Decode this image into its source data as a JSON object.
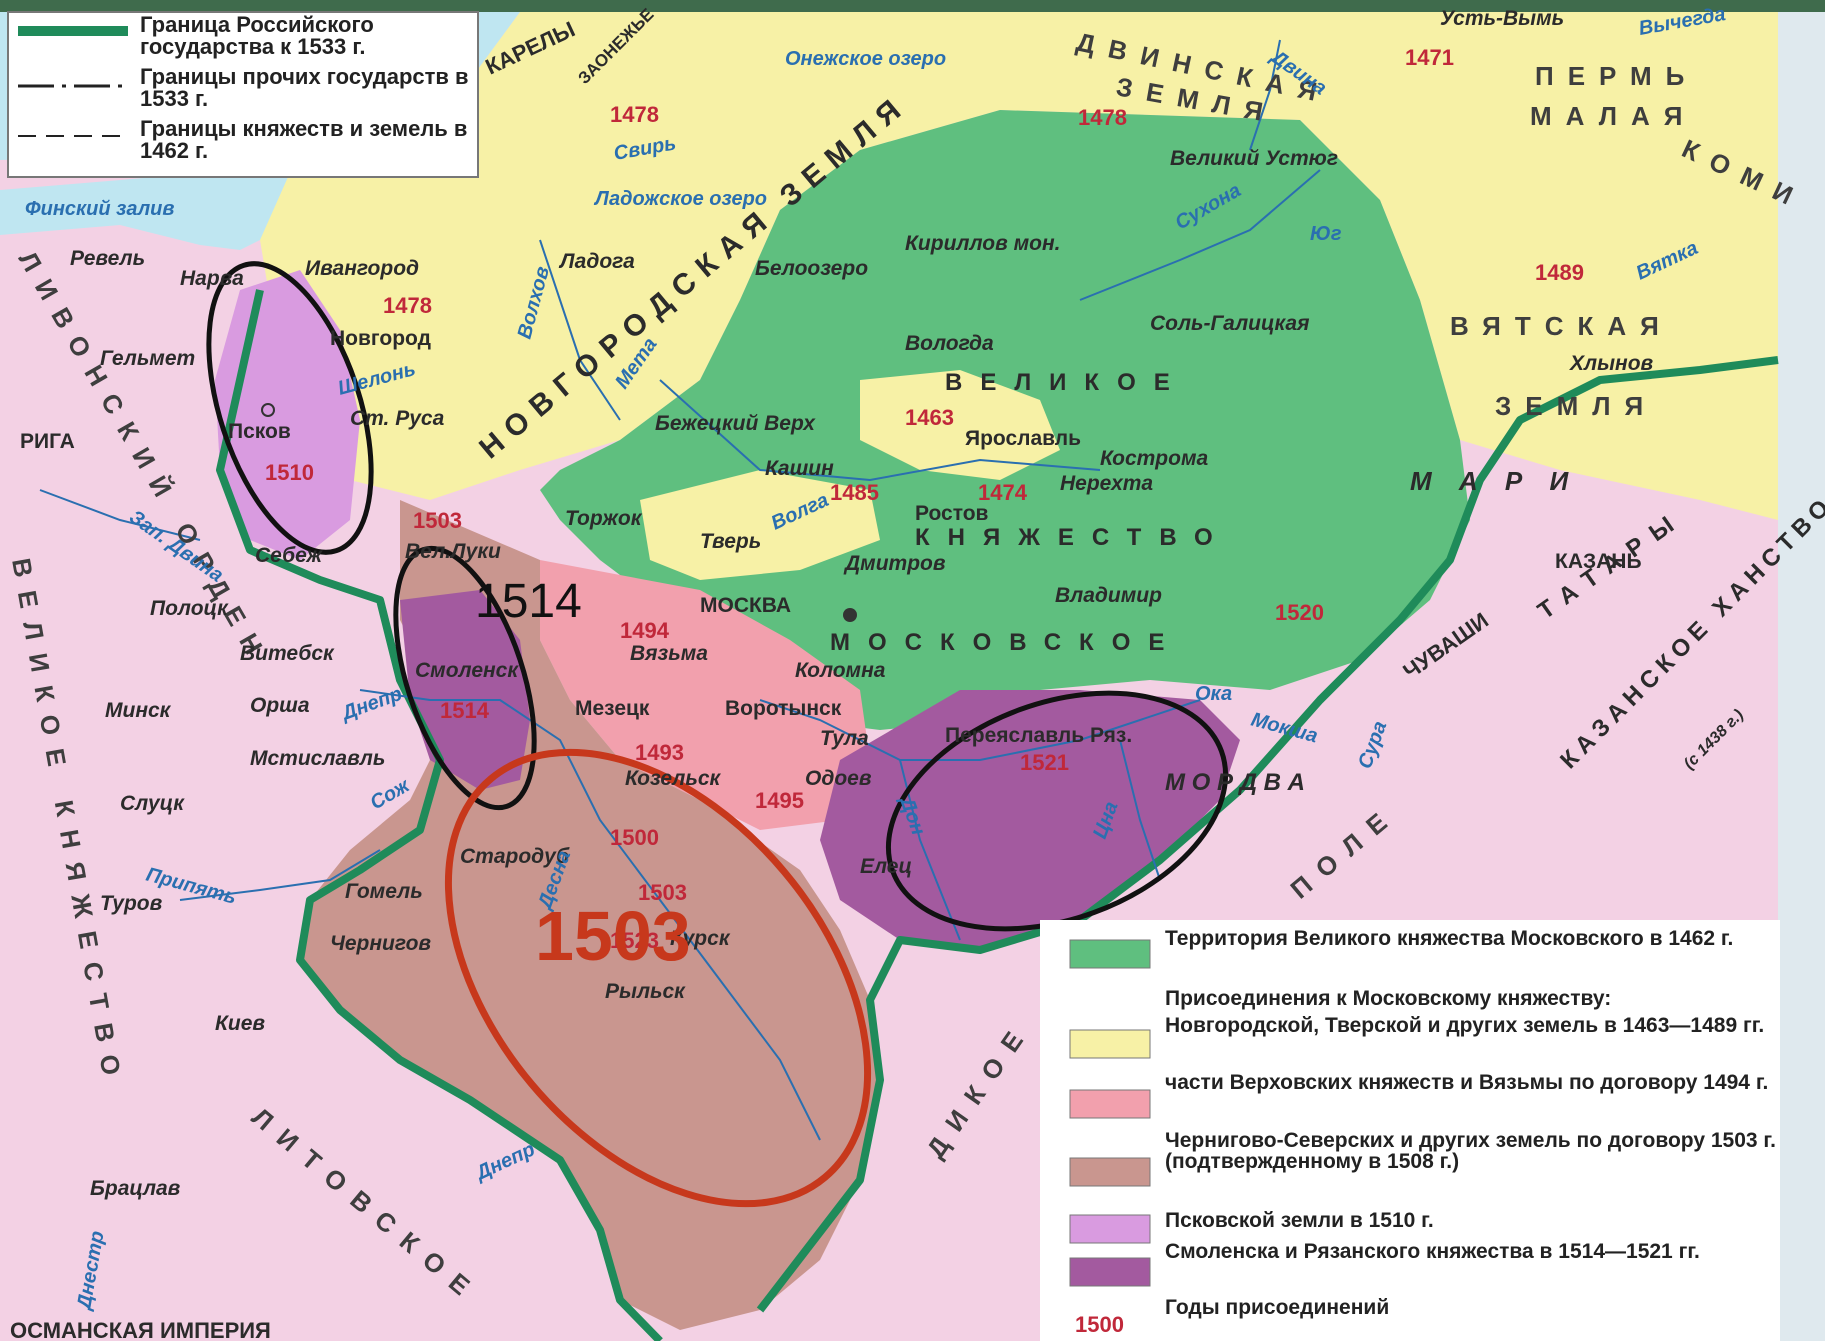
{
  "legend_top": {
    "items": [
      "Граница Российского государства к 1533 г.",
      "Границы прочих государств в 1533 г.",
      "Границы княжеств и земель в 1462 г."
    ]
  },
  "legend_bottom": {
    "moscow_1462": "Территория Великого княжества Московского в 1462 г.",
    "annex_heading": "Присоединения к Московскому княжеству:",
    "novgorod_tver": "Новгородской, Тверской и других земель в 1463—1489 гг.",
    "verkhovsk": "части Верховских княжеств и Вязьмы по договору 1494 г.",
    "chernigov": "Чернигово-Северских и других земель по договору 1503 г. (подтвержденному в 1508 г.)",
    "pskov": "Псковской земли в 1510 г.",
    "smolensk_ryazan": "Смоленска и Рязанского княжества в 1514—1521 гг.",
    "year_sample": "1500",
    "year_caption": "Годы присоединений"
  },
  "colors": {
    "moscow": "#5fbf7f",
    "novgorod": "#f7f1a6",
    "verkhovsk": "#f2a0ad",
    "chernigov": "#c9968f",
    "pskov": "#d99be0",
    "smolensk_ryazan": "#a35a9f",
    "foreign": "#f3d1e4",
    "water": "#bfe6f1",
    "border": "#1f8b5a"
  },
  "regions": {
    "karely": "КАРЕЛЫ",
    "zaonezhie": "ЗАОНЕЖЬЕ",
    "novgorod_land": "НОВГОРОДСКАЯ ЗЕМЛЯ",
    "dvina_land_1": "ДВИНСКАЯ",
    "dvina_land_2": "ЗЕМЛЯ",
    "perm_1": "ПЕРМЬ",
    "perm_2": "МАЛАЯ",
    "komi": "КОМИ",
    "vyatka_1": "ВЯТСКАЯ",
    "vyatka_2": "ЗЕМЛЯ",
    "mari": "М А Р И",
    "grand_1": "ВЕЛИКОЕ",
    "grand_2": "КНЯЖЕСТВО",
    "grand_3": "МОСКОВСКОЕ",
    "chuvashi": "ЧУВАШИ",
    "tatary": "ТАТАРЫ",
    "kazan_khanate": "КАЗАНСКОЕ ХАНСТВО",
    "kazan_khanate_year": "(с 1438 г.)",
    "mordva": "М О Р Д В А",
    "pole": "ПОЛЕ",
    "dikoe": "ДИКОЕ",
    "livonian": "ЛИВОНСКИЙ ОРДЕН",
    "lithuania_1": "ВЕЛИКОЕ КНЯЖЕСТВО",
    "lithuania_2": "ЛИТОВСКОЕ",
    "ottoman": "ОСМАНСКАЯ ИМПЕРИЯ"
  },
  "cities": [
    "Усть-Вымь",
    "Великий Устюг",
    "Кириллов мон.",
    "Белоозеро",
    "Вологда",
    "Соль-Галицкая",
    "Хлынов",
    "Ладога",
    "Ивангород",
    "Нарва",
    "Ревель",
    "Новгород",
    "Гельмет",
    "Псков",
    "РИГА",
    "Ст. Руса",
    "Бежецкий Верх",
    "Ярославль",
    "Кострома",
    "Нерехта",
    "Кашин",
    "Ростов",
    "Торжок",
    "Тверь",
    "Дмитров",
    "МОСКВА",
    "Владимир",
    "КАЗАНЬ",
    "Вел.Луки",
    "Себеж",
    "Полоцк",
    "Витебск",
    "Смоленск",
    "Вязьма",
    "Минск",
    "Орша",
    "Мстиславль",
    "Слуцк",
    "Мезецк",
    "Воротынск",
    "Тула",
    "Козельск",
    "Одоев",
    "Коломна",
    "Переяславль Ряз.",
    "Елец",
    "Стародуб",
    "Гомель",
    "Чернигов",
    "Курск",
    "Рыльск",
    "Туров",
    "Киев",
    "Брацлав"
  ],
  "rivers": [
    "Двина",
    "Вычегда",
    "Сухона",
    "Юг",
    "Вятка",
    "Свирь",
    "Волхов",
    "Мета",
    "Шелонь",
    "Волга",
    "Зап. Двина",
    "Днепр",
    "Сож",
    "Припять",
    "Десна",
    "Ока",
    "Дон",
    "Цна",
    "Мокша",
    "Сура",
    "Днестр"
  ],
  "water_bodies": [
    "Онежское озеро",
    "Ладожское озеро",
    "Финский залив"
  ],
  "years": {
    "karely": "1478",
    "dvina": "1478",
    "perm": "1471",
    "vyatka": "1489",
    "novgorod": "1478",
    "pskov": "1510",
    "yaroslavl": "1463",
    "rostov": "1474",
    "tver": "1485",
    "vellukі": "1503",
    "vyazma": "1494",
    "kozelsk": "1493",
    "odoev": "1495",
    "smolensk": "1514",
    "ryazan": "1521",
    "ryazan_east": "1520",
    "starodub": "1500",
    "novgorod_seversk": "1503",
    "kursk": "1523"
  },
  "annotations": {
    "smolensk_note": "1514",
    "chernigov_note": "1503"
  }
}
